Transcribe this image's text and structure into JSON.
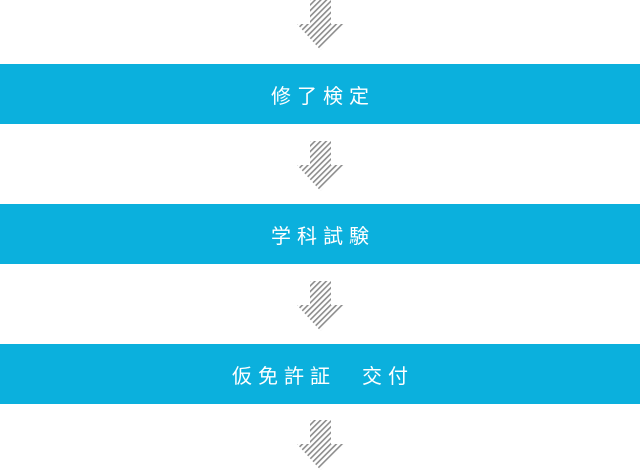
{
  "colors": {
    "step_background": "#0bb0dd",
    "step_text": "#ffffff",
    "arrow_stripe": "#8c8c8c"
  },
  "flow": {
    "steps": [
      {
        "label": "修了検定"
      },
      {
        "label": "学科試験"
      },
      {
        "label": "仮免許証　交付"
      }
    ],
    "arrow_icon": "striped-down-arrow-icon"
  }
}
